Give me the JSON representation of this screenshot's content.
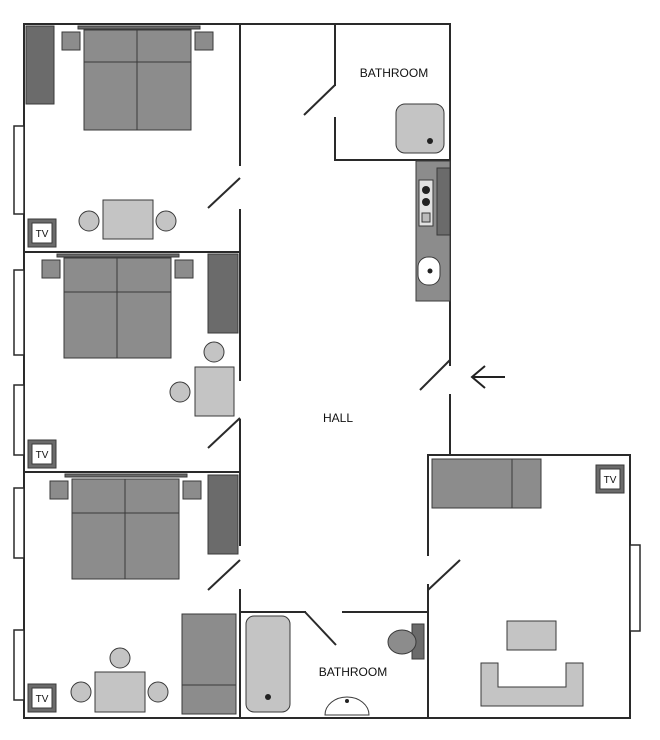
{
  "rooms": {
    "bathroom_top": "BATHROOM",
    "hall": "HALL",
    "bathroom_bottom": "BATHROOM"
  },
  "tv_label": "TV",
  "entrance_arrow": "←",
  "colors": {
    "wall": "#2a2a2a",
    "furniture": "#8c8c8c",
    "furniture_light": "#c4c4c4",
    "furniture_dark": "#6b6b6b"
  }
}
